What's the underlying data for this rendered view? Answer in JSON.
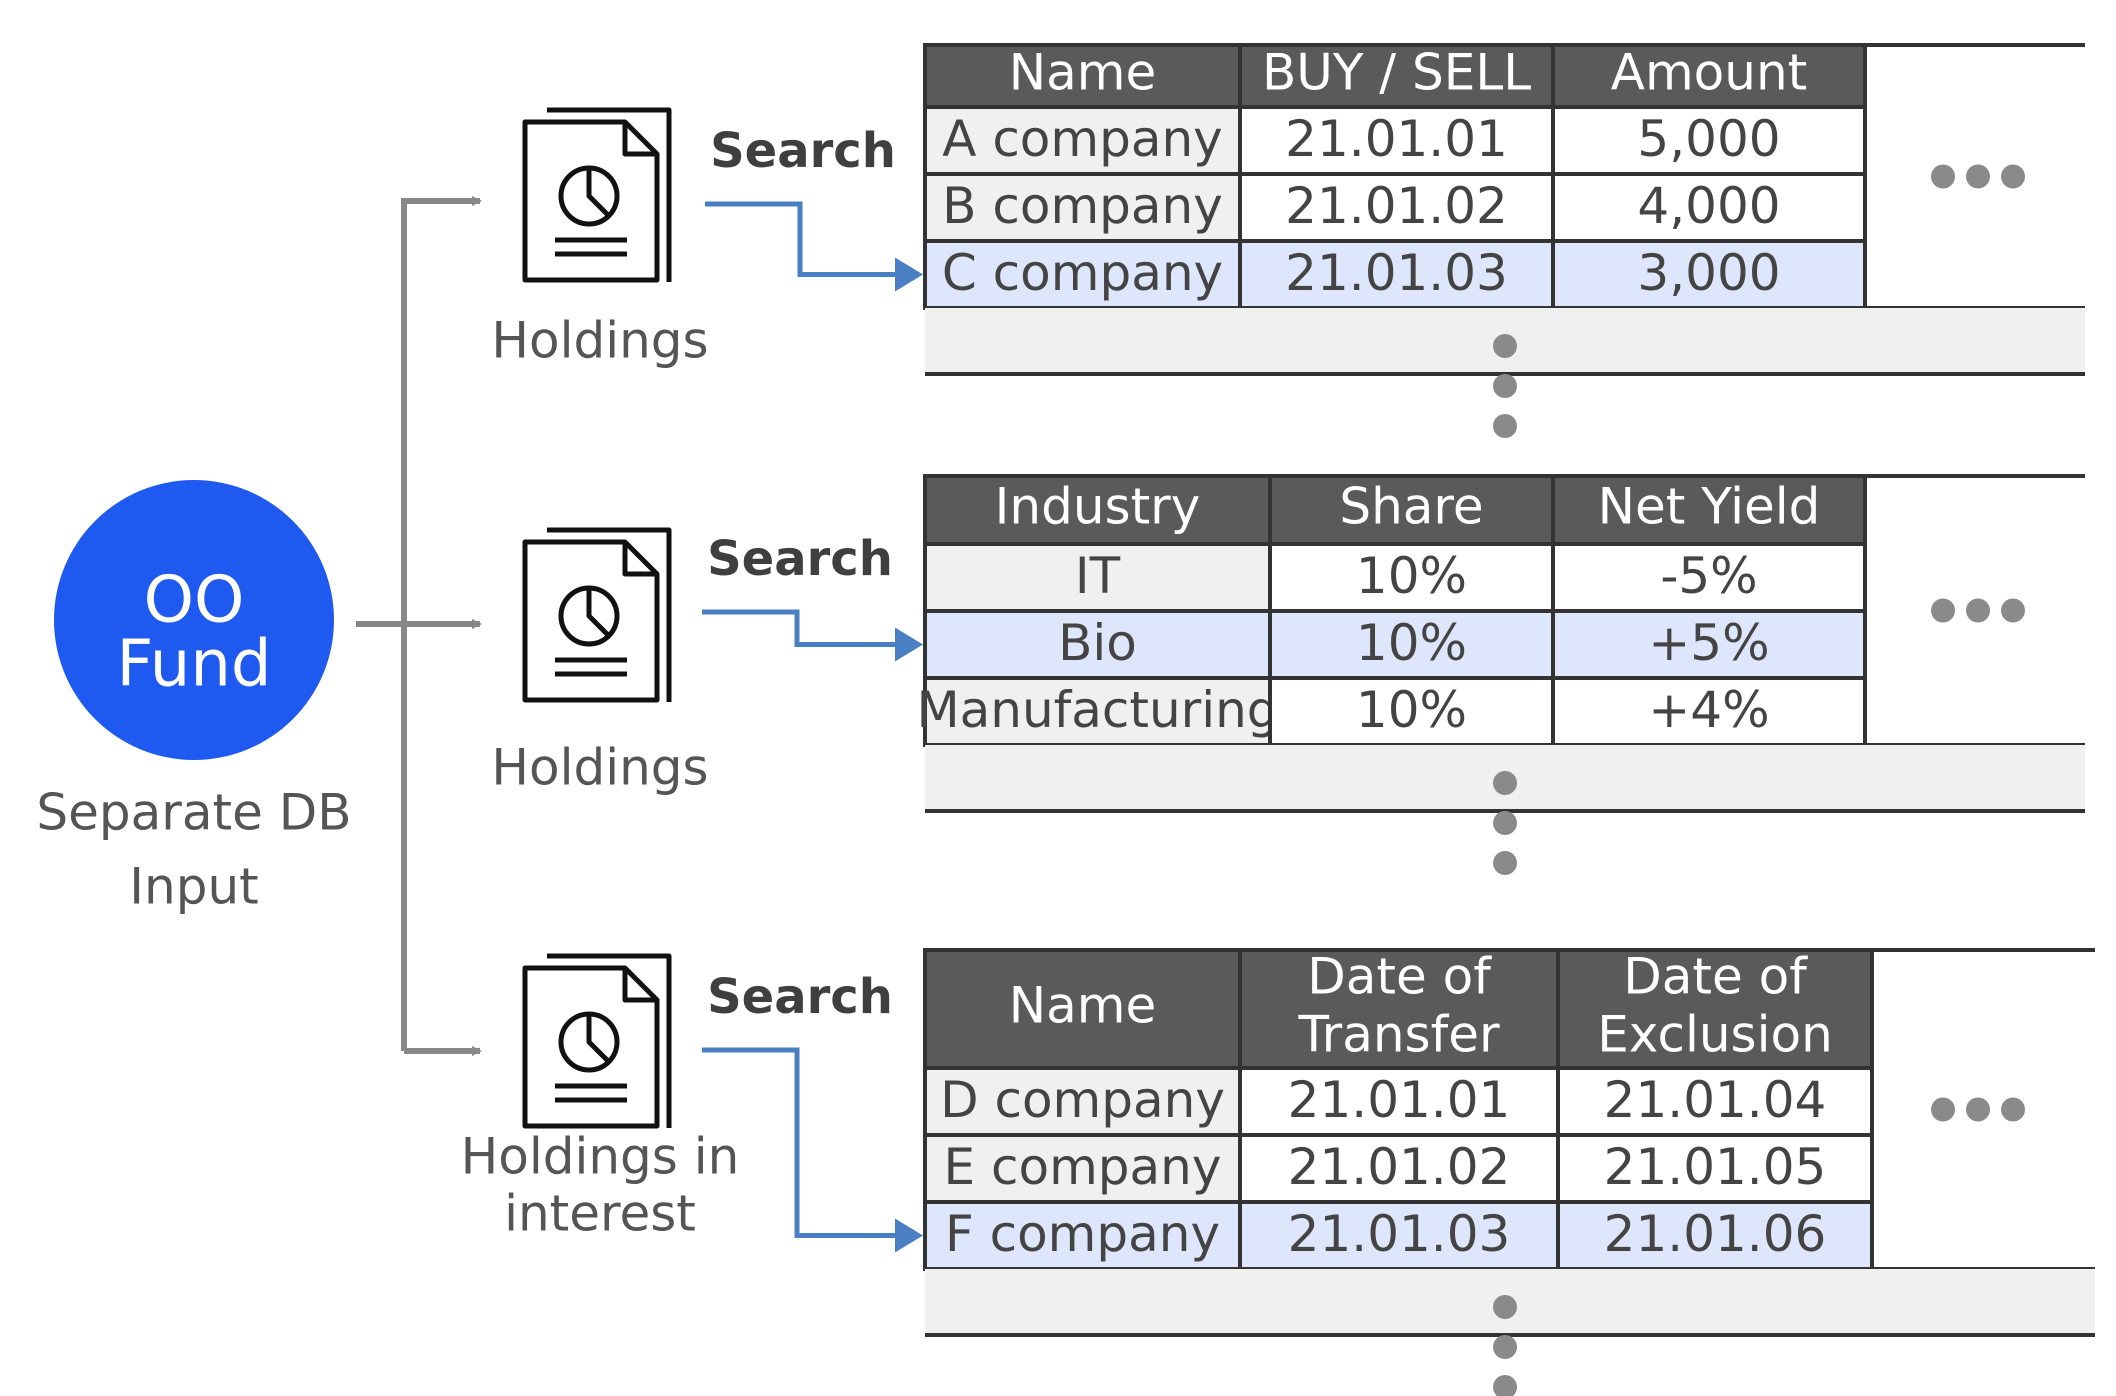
{
  "fund": {
    "line1": "OO",
    "line2": "Fund",
    "caption_line1": "Separate DB",
    "caption_line2": "Input",
    "circle_color": "#1f5af0"
  },
  "colors": {
    "header_fill": "#5a5a5a",
    "first_col_fill": "#f0f0f0",
    "highlight_fill": "#dde6fb",
    "search_arrow": "#4a7fc4",
    "branch_arrow": "#888888",
    "ellipsis_dot": "#8a8a8a"
  },
  "icon_name": "document-pie-chart-icon",
  "groups": [
    {
      "icon_label_lines": [
        "Holdings"
      ],
      "search_label": "Search",
      "table": {
        "headers": [
          [
            "Name"
          ],
          [
            "BUY / SELL"
          ],
          [
            "Amount"
          ]
        ],
        "rows": [
          [
            "A company",
            "21.01.01",
            "5,000"
          ],
          [
            "B company",
            "21.01.02",
            "4,000"
          ],
          [
            "C company",
            "21.01.03",
            "3,000"
          ]
        ],
        "highlight_row": 2
      }
    },
    {
      "icon_label_lines": [
        "Holdings"
      ],
      "search_label": "Search",
      "table": {
        "headers": [
          [
            "Industry"
          ],
          [
            "Share"
          ],
          [
            "Net Yield"
          ]
        ],
        "rows": [
          [
            "IT",
            "10%",
            "-5%"
          ],
          [
            "Bio",
            "10%",
            "+5%"
          ],
          [
            "Manufacturing",
            "10%",
            "+4%"
          ]
        ],
        "highlight_row": 1
      }
    },
    {
      "icon_label_lines": [
        "Holdings in",
        "interest"
      ],
      "search_label": "Search",
      "table": {
        "headers": [
          [
            "Name"
          ],
          [
            "Date of",
            "Transfer"
          ],
          [
            "Date of",
            "Exclusion"
          ]
        ],
        "rows": [
          [
            "D company",
            "21.01.01",
            "21.01.04"
          ],
          [
            "E company",
            "21.01.02",
            "21.01.05"
          ],
          [
            "F company",
            "21.01.03",
            "21.01.06"
          ]
        ],
        "highlight_row": 2
      }
    }
  ]
}
